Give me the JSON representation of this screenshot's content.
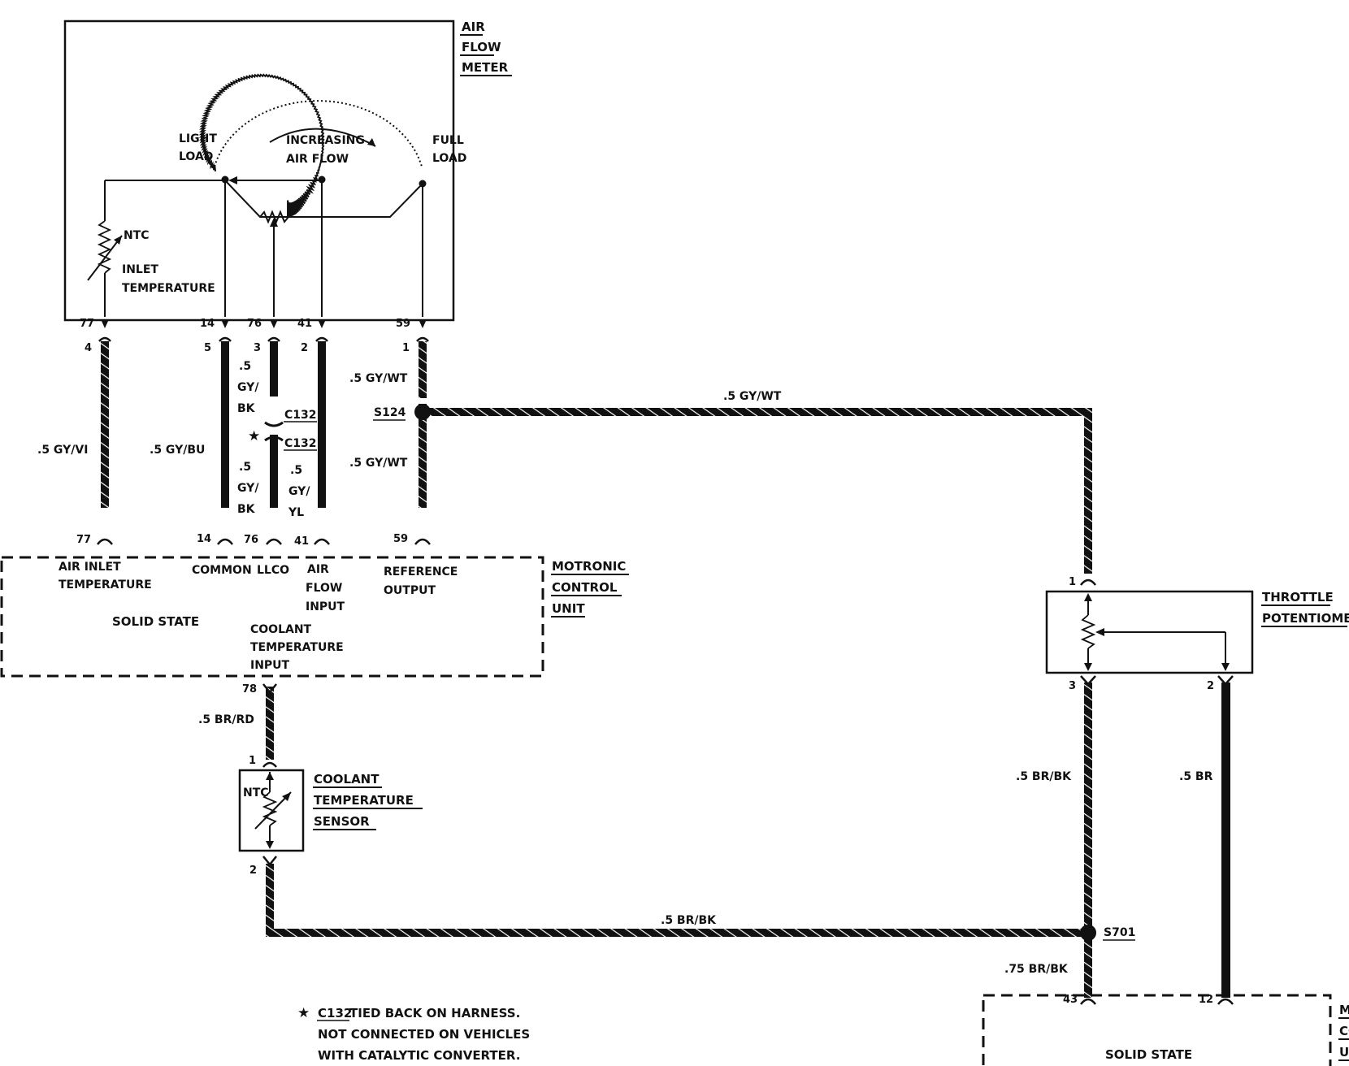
{
  "components": {
    "afm": {
      "title": [
        "AIR",
        "FLOW",
        "METER"
      ],
      "light_load": [
        "LIGHT",
        "LOAD"
      ],
      "full_load": [
        "FULL",
        "LOAD"
      ],
      "increasing_air_flow": [
        "INCREASING",
        "AIR FLOW"
      ],
      "ntc": "NTC",
      "inlet_temperature": [
        "INLET",
        "TEMPERATURE"
      ]
    },
    "mcu_top": {
      "title": [
        "MOTRONIC",
        "CONTROL",
        "UNIT"
      ],
      "air_inlet_temperature": [
        "AIR INLET",
        "TEMPERATURE"
      ],
      "common": "COMMON",
      "llco": "LLCO",
      "air_flow_input": [
        "AIR",
        "FLOW",
        "INPUT"
      ],
      "reference_output": [
        "REFERENCE",
        "OUTPUT"
      ],
      "solid_state": "SOLID STATE",
      "coolant_temperature_input": [
        "COOLANT",
        "TEMPERATURE",
        "INPUT"
      ]
    },
    "coolant_sensor": {
      "title": [
        "COOLANT",
        "TEMPERATURE",
        "SENSOR"
      ],
      "ntc": "NTC"
    },
    "throttle_pot": {
      "title": [
        "THROTTLE",
        "POTENTIOMETER"
      ]
    },
    "mcu_bottom": {
      "title": [
        "MOTRONIC",
        "CONTROL",
        "UNIT"
      ],
      "solid_state": "SOLID STATE"
    }
  },
  "pins": {
    "afm": [
      "77",
      "14",
      "76",
      "41",
      "59"
    ],
    "afm_connector": [
      "4",
      "5",
      "3",
      "2",
      "1"
    ],
    "mcu_top": [
      "77",
      "14",
      "76",
      "41",
      "59"
    ],
    "mcu_78": "78",
    "coolant": [
      "1",
      "2"
    ],
    "throttle": [
      "1",
      "3",
      "2"
    ],
    "mcu_bottom": [
      "43",
      "12"
    ]
  },
  "wires": {
    "gy_vi": ".5 GY/VI",
    "gy_bu": ".5 GY/BU",
    "gy_bk_upper": [
      ".5",
      "GY/",
      "BK"
    ],
    "gy_bk_lower": [
      ".5",
      "GY/",
      "BK"
    ],
    "gy_yl": [
      ".5",
      "GY/",
      "YL"
    ],
    "gy_wt_upper": ".5 GY/WT",
    "gy_wt_lower": ".5 GY/WT",
    "gy_wt_horizontal": ".5 GY/WT",
    "br_rd": ".5 BR/RD",
    "br_bk_vertical": ".5 BR/BK",
    "br": ".5 BR",
    "br_bk_horizontal": ".5 BR/BK",
    "br_bk_075": ".75 BR/BK"
  },
  "splices": {
    "s124": "S124",
    "s701": "S701"
  },
  "connectors": {
    "c132_upper": "C132",
    "c132_lower": "C132"
  },
  "note": {
    "star": "★",
    "ref": "C132",
    "line1": " TIED BACK ON HARNESS.",
    "line2": "NOT CONNECTED ON VEHICLES",
    "line3": "WITH CATALYTIC CONVERTER."
  }
}
